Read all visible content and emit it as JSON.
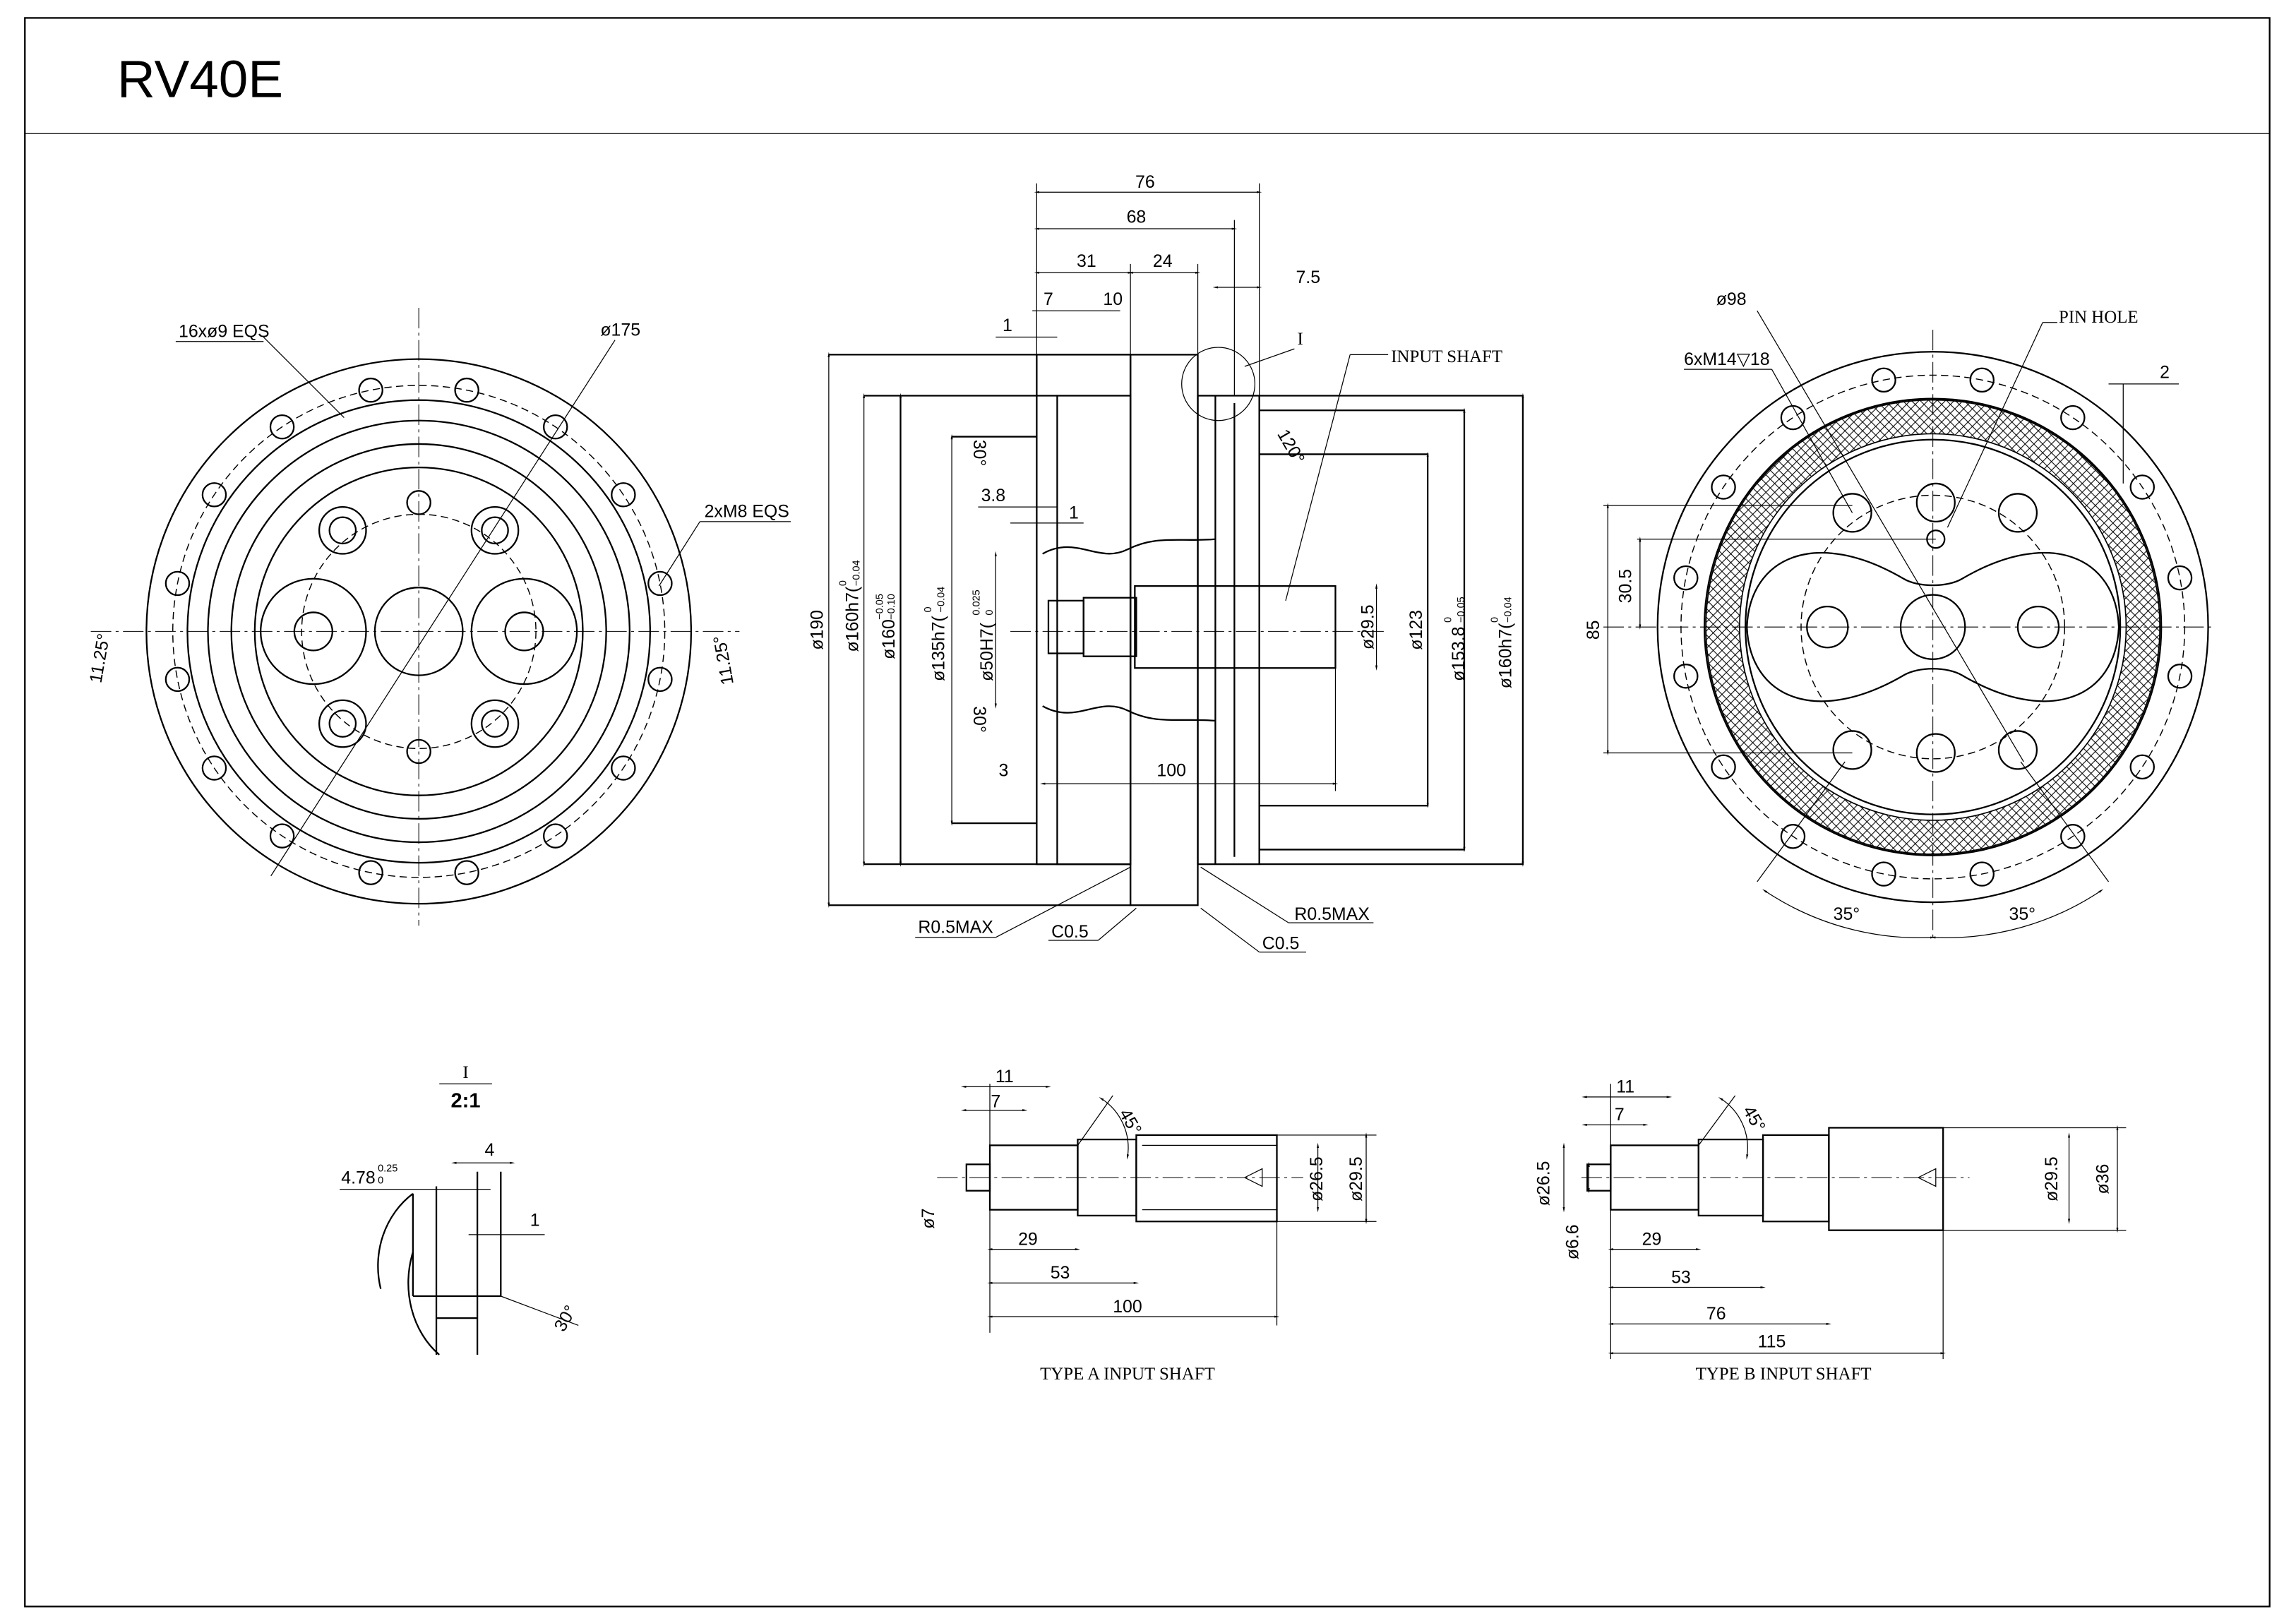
{
  "title": "RV40E",
  "front_view": {
    "bolt_holes": "16xø9 EQS",
    "bolt_circle": "ø175",
    "tapped": "2xM8 EQS",
    "angle_left": "11.25°",
    "angle_right": "11.25°",
    "bolt_hole_count": 16
  },
  "section_view": {
    "top_dims": [
      "76",
      "68",
      "31",
      "24",
      "7.5",
      "7",
      "10",
      "1"
    ],
    "detail_marker": "I",
    "input_shaft": "INPUT SHAFT",
    "angle_120": "120°",
    "angle_30_top": "30°",
    "angle_30_bottom": "30°",
    "dim_3_8": "3.8",
    "dim_1": "1",
    "dim_3": "3",
    "dim_100": "100",
    "d190": "ø190",
    "d160h7_left": "ø160h7(",
    "d160h7_left_tol_up": "0",
    "d160h7_left_tol_lo": "−0.04",
    "d160": "ø160",
    "d160_tol_up": "−0.05",
    "d160_tol_lo": "−0.10",
    "d135": "ø135h7(",
    "d135_tol_up": "0",
    "d135_tol_lo": "−0.04",
    "d50": "ø50H7(",
    "d50_tol_up": "0.025",
    "d50_tol_lo": "0",
    "d29_5": "ø29.5",
    "d123": "ø123",
    "d153_8": "ø153.8",
    "d153_8_tol_up": "0",
    "d153_8_tol_lo": "−0.05",
    "d160h7_right": "ø160h7(",
    "d160h7_right_tol_up": "0",
    "d160h7_right_tol_lo": "−0.04",
    "r_left": "R0.5MAX",
    "c_left": "C0.5",
    "r_right": "R0.5MAX",
    "c_right": "C0.5"
  },
  "rear_view": {
    "d98": "ø98",
    "tapped": "6xM14▽18",
    "pin_hole": "PIN HOLE",
    "dim_2": "2",
    "dim_85": "85",
    "dim_30_5": "30.5",
    "angle_left": "35°",
    "angle_right": "35°"
  },
  "detail_view": {
    "marker": "I",
    "scale": "2:1",
    "dim_4": "4",
    "dim_478": "4.78",
    "dim_478_tol_up": "0.25",
    "dim_478_tol_lo": "0",
    "dim_1": "1",
    "angle": "30°"
  },
  "type_a": {
    "caption": "TYPE A INPUT SHAFT",
    "dims": {
      "d11": "11",
      "d7": "7",
      "angle": "45°",
      "dia7": "ø7",
      "d29": "29",
      "d53": "53",
      "d100": "100",
      "dia26_5": "ø26.5",
      "dia29_5": "ø29.5"
    }
  },
  "type_b": {
    "caption": "TYPE B INPUT SHAFT",
    "dims": {
      "d11": "11",
      "d7": "7",
      "angle": "45°",
      "dia26_5": "ø26.5",
      "dia6_6": "ø6.6",
      "d29": "29",
      "d53": "53",
      "d76": "76",
      "d115": "115",
      "dia29_5": "ø29.5",
      "dia36": "ø36"
    }
  }
}
